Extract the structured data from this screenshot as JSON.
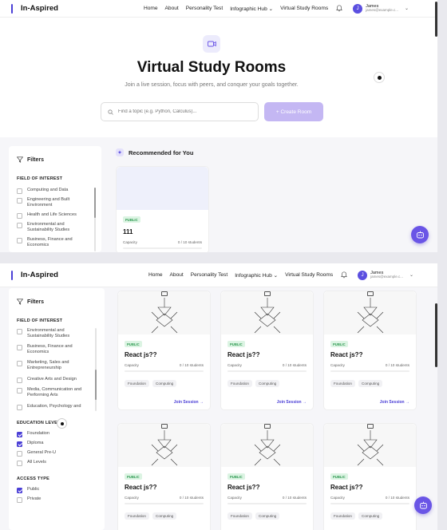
{
  "brand": {
    "name": "In-Aspired",
    "accent": "#4b3fd6"
  },
  "nav": {
    "links": [
      "Home",
      "About",
      "Personality Test",
      "Infographic Hub",
      "Virtual Study Rooms"
    ],
    "user_name": "James",
    "user_email": "james@example.c...",
    "user_email_2": "james@example.c...",
    "avatar_letter": "J"
  },
  "hero": {
    "title": "Virtual Study Rooms",
    "subtitle": "Join a live session, focus with peers, and conquer your goals together.",
    "search_placeholder": "Find a topic (e.g. Python, Calculus)...",
    "create_label": "+ Create Room"
  },
  "filters": {
    "title": "Filters",
    "field_heading": "FIELD OF INTEREST",
    "field_items_top": [
      "Computing and Data",
      "Engineering and Built Environment",
      "Health and Life Sciences",
      "Environmental and Sustainability Studies",
      "Business, Finance and Economics"
    ],
    "field_items_scrolled": [
      "Environmental and Sustainability Studies",
      "Business, Finance and Economics",
      "Marketing, Sales and Entrepreneurship",
      "Creative Arts and Design",
      "Media, Communication and Performing Arts",
      "Education, Psychology and"
    ],
    "education_heading": "EDUCATION LEVEL",
    "education_items": [
      {
        "label": "Foundation",
        "checked": true
      },
      {
        "label": "Diploma",
        "checked": true
      },
      {
        "label": "General Pre-U",
        "checked": false
      },
      {
        "label": "All Levels",
        "checked": false
      }
    ],
    "access_heading": "ACCESS TYPE",
    "access_items": [
      {
        "label": "Public",
        "checked": true
      },
      {
        "label": "Private",
        "checked": false
      }
    ]
  },
  "recommended": {
    "heading": "Recommended for You",
    "card": {
      "badge": "PUBLIC",
      "title": "111",
      "capacity_label": "Capacity",
      "capacity_value": "0 / 10 students"
    }
  },
  "rooms": [
    {
      "badge": "PUBLIC",
      "title": "React js??",
      "capacity_label": "Capacity",
      "capacity_value": "0 / 10 students",
      "tags": [
        "Foundation",
        "Computing"
      ],
      "join": "Join Session →"
    },
    {
      "badge": "PUBLIC",
      "title": "React js??",
      "capacity_label": "Capacity",
      "capacity_value": "0 / 10 students",
      "tags": [
        "Foundation",
        "Computing"
      ],
      "join": "Join Session →"
    },
    {
      "badge": "PUBLIC",
      "title": "React js??",
      "capacity_label": "Capacity",
      "capacity_value": "0 / 10 students",
      "tags": [
        "Foundation",
        "Computing"
      ],
      "join": "Join Session →"
    },
    {
      "badge": "PUBLIC",
      "title": "React js??",
      "capacity_label": "Capacity",
      "capacity_value": "0 / 10 students",
      "tags": [
        "Foundation",
        "Computing"
      ],
      "join": ""
    },
    {
      "badge": "PUBLIC",
      "title": "React js??",
      "capacity_label": "Capacity",
      "capacity_value": "0 / 10 students",
      "tags": [
        "Foundation",
        "Computing"
      ],
      "join": ""
    },
    {
      "badge": "PUBLIC",
      "title": "React js??",
      "capacity_label": "Capacity",
      "capacity_value": "0 / 10 students",
      "tags": [
        "Foundation",
        "Computing"
      ],
      "join": ""
    }
  ],
  "icons": {
    "video": "video-icon",
    "bell": "bell-icon",
    "search": "search-icon",
    "filter": "filter-icon",
    "sparkle": "sparkle-icon",
    "chatbot": "chatbot-icon",
    "image_placeholder": "image-icon"
  }
}
